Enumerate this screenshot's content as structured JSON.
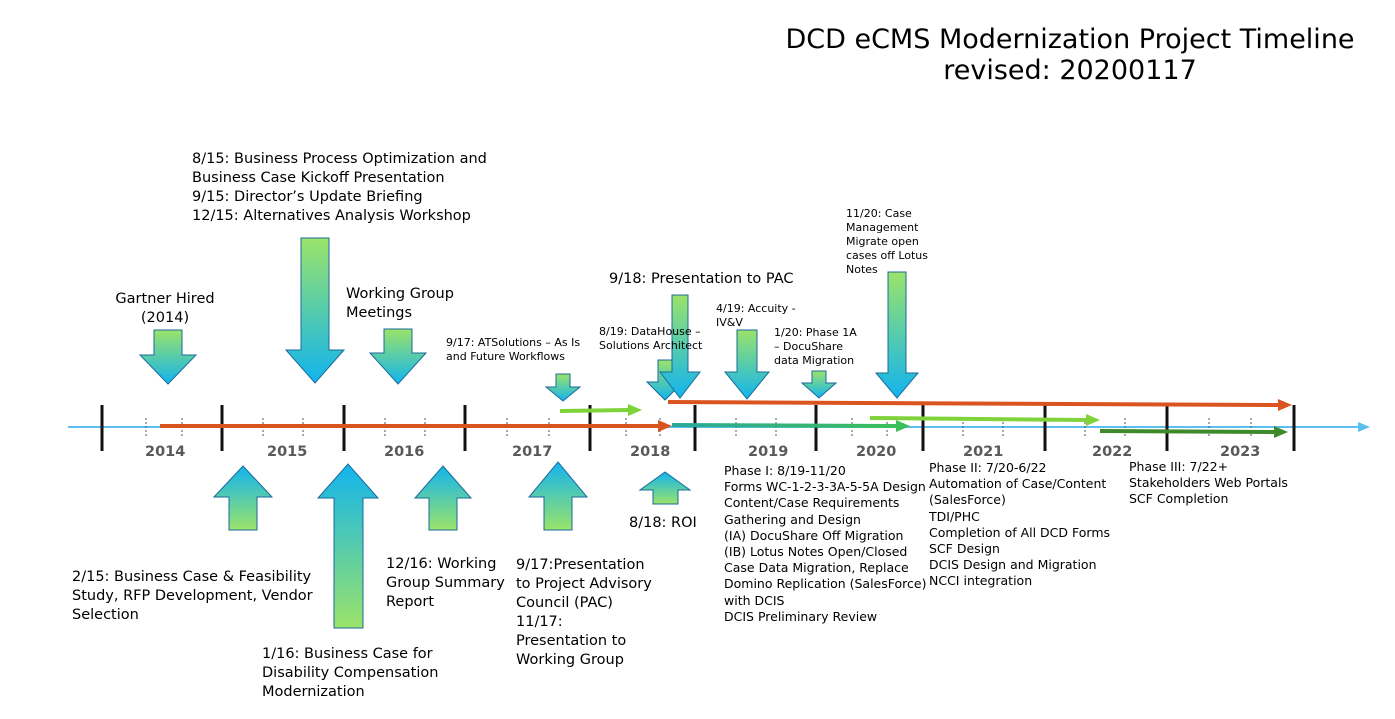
{
  "title": {
    "line1": "DCD eCMS Modernization Project Timeline",
    "line2": "revised:  20200117"
  },
  "colors": {
    "axis": "#5bc0f0",
    "orange_arrow": "#d9541e",
    "light_green_arrow": "#7ed23a",
    "teal_arrow": "#2aa89a",
    "dark_green_arrow": "#3d8a2a",
    "block_arrow_top": "#9be36a",
    "block_arrow_bottom": "#12b4ee",
    "block_arrow_border": "#1a6a9a",
    "divider": "#111111",
    "year_label": "#595959"
  },
  "years": [
    "2014",
    "2015",
    "2016",
    "2017",
    "2018",
    "2019",
    "2020",
    "2021",
    "2022",
    "2023"
  ],
  "above_events": {
    "gartner": "Gartner Hired\n(2014)",
    "bpo": "8/15: Business Process Optimization and\nBusiness Case Kickoff Presentation\n9/15: Director’s Update Briefing\n12/15: Alternatives Analysis Workshop",
    "working_group": "Working Group\nMeetings",
    "atsolutions": "9/17: ATSolutions – As Is\nand Future Workflows",
    "datahouse": "8/19: DataHouse –\nSolutions Architect",
    "pac_2018": "9/18: Presentation to PAC",
    "accuity": "4/19: Accuity -\nIV&V",
    "phase1a": "1/20: Phase 1A\n– DocuShare\ndata Migration",
    "case_mgmt": "11/20:  Case\nManagement\nMigrate open\ncases off Lotus\nNotes"
  },
  "below_events": {
    "business_case_2015": "2/15: Business Case & Feasibility\nStudy, RFP Development, Vendor\nSelection",
    "business_case_2016": "1/16: Business Case for\nDisability Compensation\nModernization",
    "wg_summary": "12/16: Working\nGroup Summary\nReport",
    "pac_2017": "9/17:Presentation\nto Project Advisory\nCouncil (PAC)\n11/17:\nPresentation to\nWorking Group",
    "roi": "8/18: ROI"
  },
  "phases": {
    "phase1": "Phase I: 8/19-11/20\nForms WC-1-2-3-3A-5-5A Design\nContent/Case Requirements\nGathering and Design\n(IA) DocuShare Off Migration\n(IB) Lotus Notes Open/Closed\nCase Data Migration, Replace\nDomino Replication (SalesForce)\nwith DCIS\nDCIS Preliminary Review",
    "phase2": "Phase II: 7/20-6/22\nAutomation of Case/Content\n(SalesForce)\nTDI/PHC\nCompletion of All DCD Forms\nSCF Design\nDCIS Design and Migration\nNCCI integration",
    "phase3": "Phase III: 7/22+\nStakeholders Web Portals\nSCF Completion"
  }
}
